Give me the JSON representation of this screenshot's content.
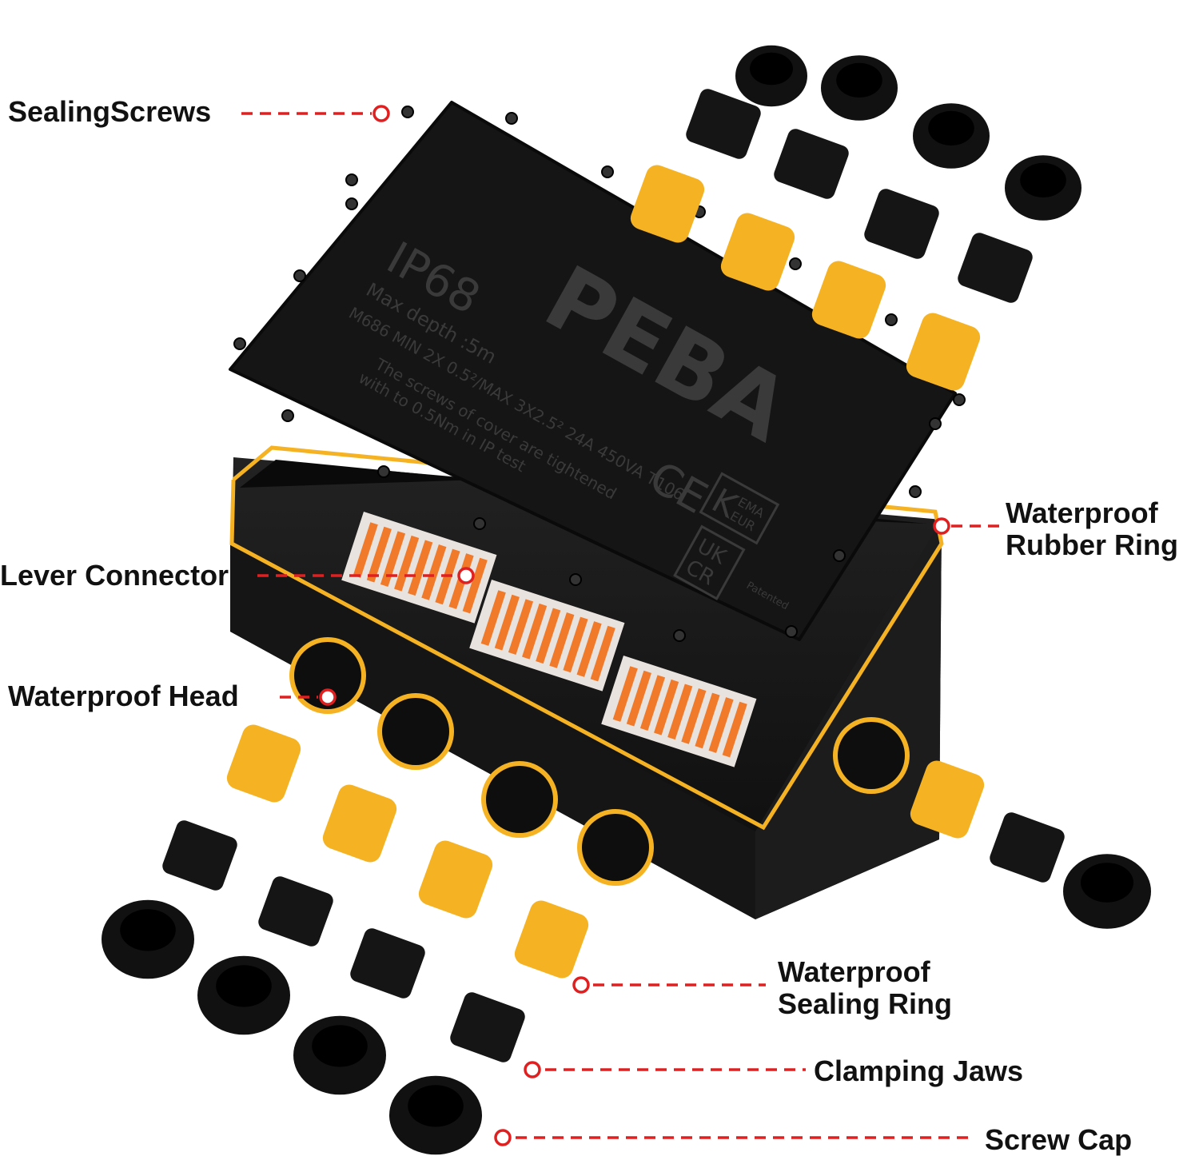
{
  "colors": {
    "callout": "#e02020",
    "housing": "#141414",
    "accent": "#f5b324",
    "lever": "#f07a2a"
  },
  "callouts": {
    "sealing_screws": "SealingScrews",
    "lever_connector": "Lever Connector",
    "waterproof_head": "Waterproof Head",
    "rubber_ring_line1": "Waterproof",
    "rubber_ring_line2": "Rubber Ring",
    "sealing_ring_line1": "Waterproof",
    "sealing_ring_line2": "Sealing Ring",
    "clamping_jaws": "Clamping Jaws",
    "screw_cap": "Screw Cap"
  },
  "lid": {
    "rating": "IP68",
    "depth": "Max    depth :5m",
    "spec": "M686 MIN 2X 0.5²/MAX 3X2.5²   24A 450VA    T106",
    "note_line1": "The screws of cover are tightened",
    "note_line2": "with to 0.5Nm in IP test",
    "brand": "PEBA",
    "ce": "CE",
    "ukca_1": "UK",
    "ukca_2": "CR",
    "kema_k": "K",
    "kema_1": "EMA",
    "kema_2": "EUR",
    "patented": "Patented"
  }
}
